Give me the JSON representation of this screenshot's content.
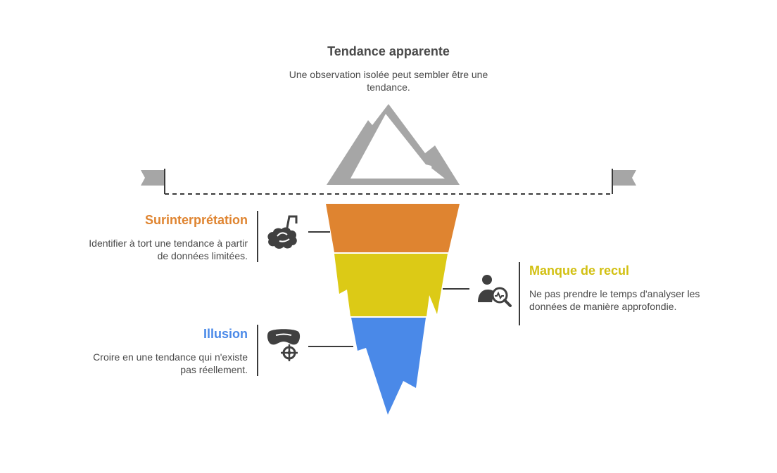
{
  "top": {
    "title": "Tendance apparente",
    "description": "Une observation isolée peut sembler être une tendance."
  },
  "layers": [
    {
      "title": "Surinterprétation",
      "description": "Identifier à tort une tendance à partir de données limitées.",
      "color": "#df8430",
      "icon": "brain-gear-icon"
    },
    {
      "title": "Manque de recul",
      "description": "Ne pas prendre le temps d'analyser les données de manière approfondie.",
      "color": "#dcca16",
      "icon": "person-analytics-icon"
    },
    {
      "title": "Illusion",
      "description": "Croire en une tendance qui n'existe pas réellement.",
      "color": "#4a89e8",
      "icon": "goggles-crosshair-icon"
    }
  ],
  "colors": {
    "mountain": "#a6a6a6",
    "text": "#4a4a4a",
    "icon": "#404040",
    "line": "#3a3a3a"
  }
}
